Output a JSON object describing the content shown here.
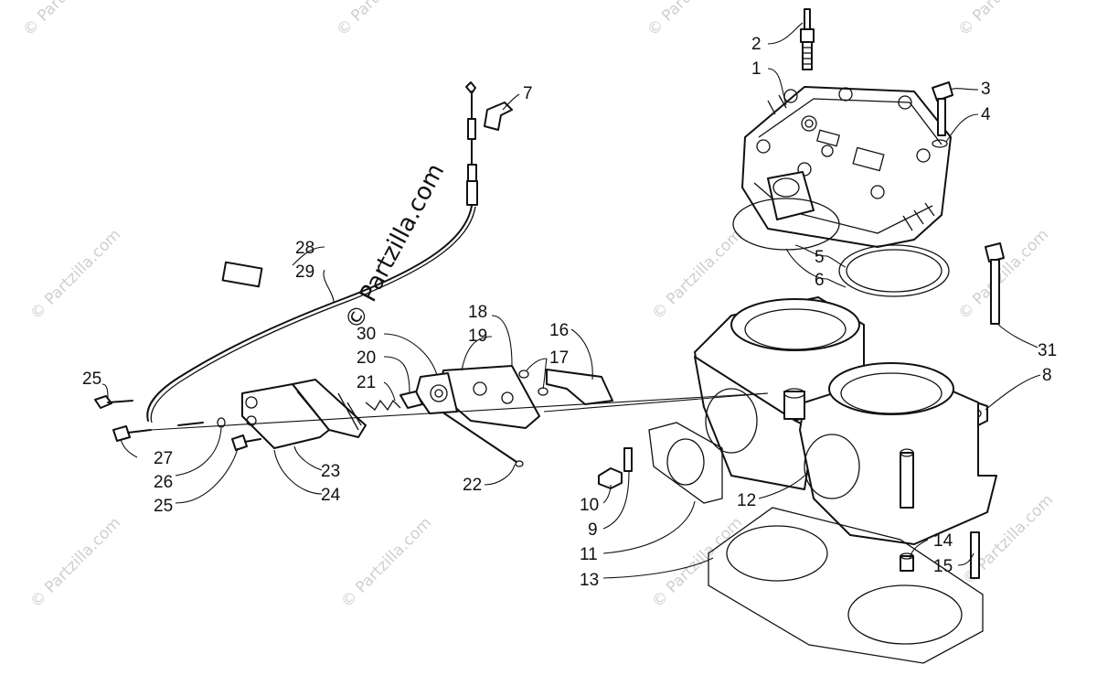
{
  "watermark": {
    "main": "© Partzilla.com",
    "small": "© Partzilla.com"
  },
  "callouts": [
    "1",
    "2",
    "3",
    "4",
    "5",
    "6",
    "7",
    "8",
    "9",
    "10",
    "11",
    "12",
    "13",
    "14",
    "15",
    "16",
    "17",
    "18",
    "19",
    "20",
    "21",
    "22",
    "23",
    "24",
    "25",
    "25",
    "26",
    "27",
    "28",
    "29",
    "30",
    "31"
  ],
  "colors": {
    "line": "#111111",
    "background": "#ffffff",
    "watermark": "#cfcfcf"
  }
}
